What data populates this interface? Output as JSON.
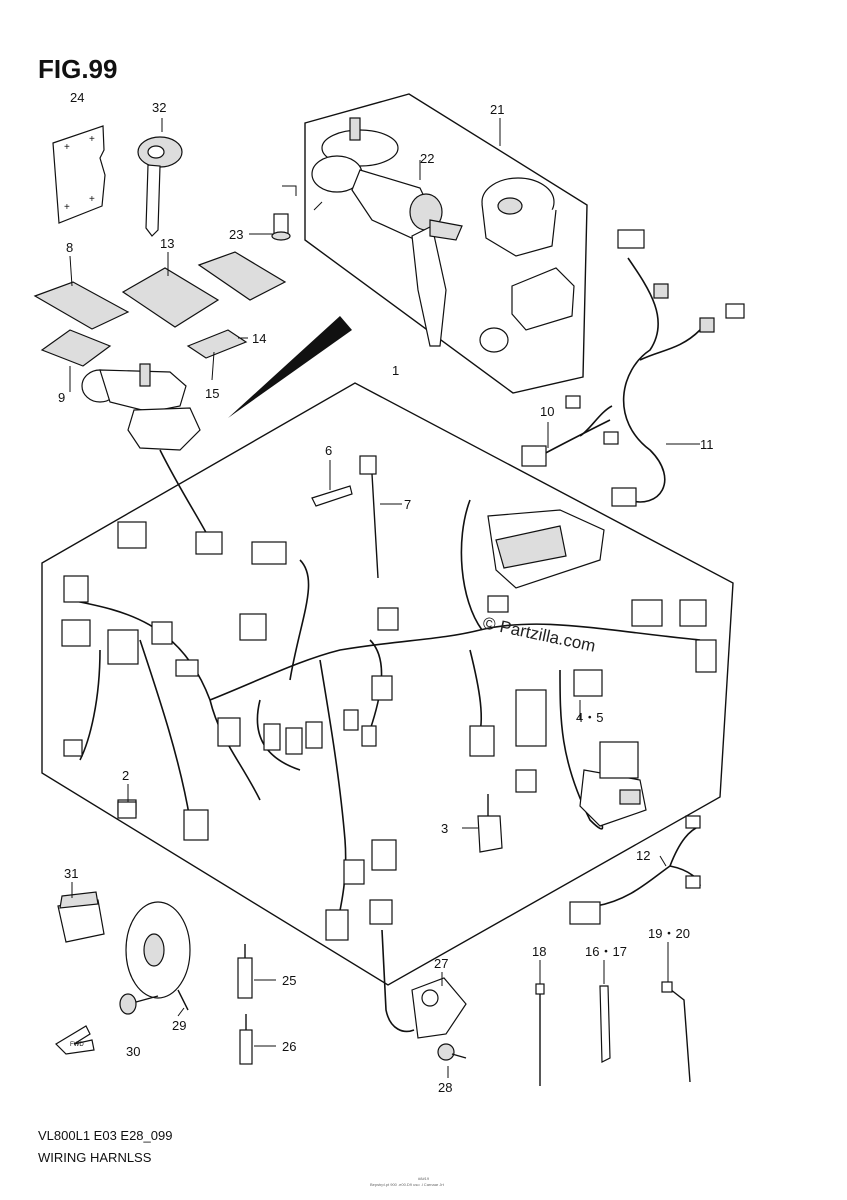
{
  "figure": {
    "title": "FIG.99",
    "footer_line1": "VL800L1 E03 E28_099",
    "footer_line2": "WIRING HARNLSS",
    "watermark": "© Partzilla.com",
    "tiny_code": "#8#19",
    "tiny_note": "Bepstrpl.pt 900 .e00.D9 uso .l Carnaar Jrt"
  },
  "callouts": {
    "c1": "1",
    "c2": "2",
    "c3": "3",
    "c4_5": "4・5",
    "c6": "6",
    "c7": "7",
    "c8": "8",
    "c9": "9",
    "c10": "10",
    "c11": "11",
    "c12": "12",
    "c13": "13",
    "c14": "14",
    "c15": "15",
    "c16_17": "16・17",
    "c18": "18",
    "c19_20": "19・20",
    "c21": "21",
    "c22": "22",
    "c23": "23",
    "c24": "24",
    "c25": "25",
    "c26": "26",
    "c27": "27",
    "c28": "28",
    "c29": "29",
    "c30": "30",
    "c31": "31",
    "c32": "32"
  },
  "front_arrow": "FWD"
}
